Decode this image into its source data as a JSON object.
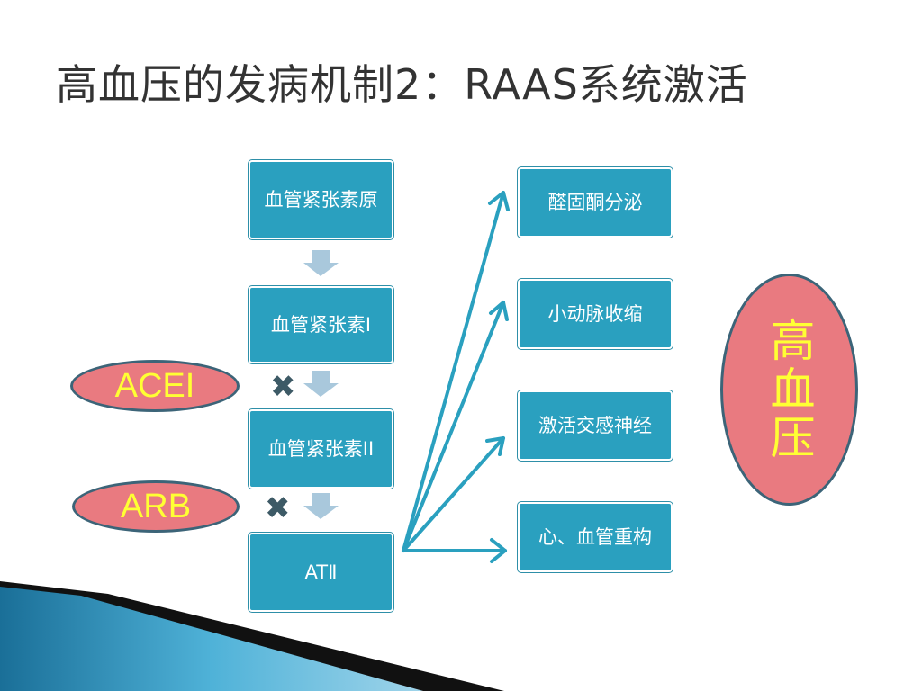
{
  "title": "高血压的发病机制2：RAAS系统激活",
  "chain": [
    "血管紧张素原",
    "血管紧张素I",
    "血管紧张素II",
    "ATⅡ"
  ],
  "effects": [
    "醛固酮分泌",
    "小动脉收缩",
    "激活交感神经",
    "心、血管重构"
  ],
  "inhibitors": {
    "acei": "ACEI",
    "arb": "ARB"
  },
  "result": "高血压",
  "block_glyph": "✖",
  "colors": {
    "box_fill": "#2aa0bf",
    "oval_fill": "#e97a80",
    "oval_text": "#ffff33",
    "arrow": "#2aa0bf",
    "down_arrow": "#a9c8dc"
  }
}
